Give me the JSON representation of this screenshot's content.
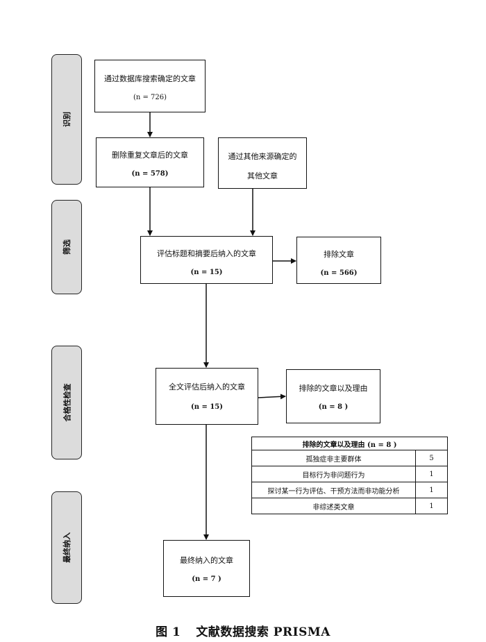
{
  "sidebar": {
    "identification": "识别",
    "screening": "筛选",
    "eligibility": "合格性检查",
    "included": "最终纳入"
  },
  "boxes": {
    "db_search": {
      "title": "通过数据库搜索确定的文章",
      "n": "(n = 726)"
    },
    "dedup": {
      "title": "删除重复文章后的文章",
      "n": "(n = 578)"
    },
    "other_sources": {
      "title": "通过其他来源确定的",
      "title2": "其他文章"
    },
    "screened": {
      "title": "评估标题和摘要后纳入的文章",
      "n": "(n = 15)"
    },
    "excluded": {
      "title": "排除文章",
      "n": "(n = 566)"
    },
    "fulltext": {
      "title": "全文评估后纳入的文章",
      "n": "(n = 15)"
    },
    "excluded_reasons": {
      "title": "排除的文章以及理由",
      "n": "(n = 8 )"
    },
    "final": {
      "title": "最终纳入的文章",
      "n": "(n = 7 )"
    }
  },
  "reasons_table": {
    "header": "排除的文章以及理由 (n = 8 )",
    "rows": [
      {
        "reason": "孤独症非主要群体",
        "count": "5"
      },
      {
        "reason": "目标行为非问题行为",
        "count": "1"
      },
      {
        "reason": "探讨某一行为评估、干预方法而非功能分析",
        "count": "1"
      },
      {
        "reason": "非综述类文章",
        "count": "1"
      }
    ]
  },
  "caption": {
    "label": "图 1",
    "text": "文献数据搜索 PRISMA"
  }
}
